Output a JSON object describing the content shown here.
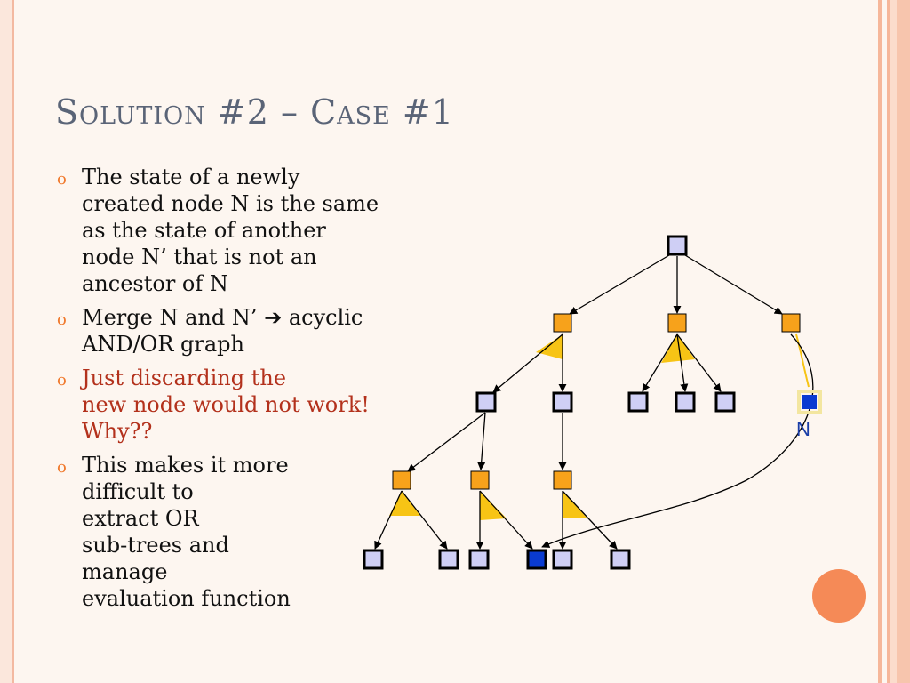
{
  "title": "Solution #2 – Case #1",
  "bullets": [
    {
      "lines": [
        "The state of a newly",
        "created node N is the same",
        "as the state of another",
        "node N’ that is not an",
        "ancestor of N"
      ],
      "color": "#111111"
    },
    {
      "lines": [
        "Merge N and N’ ➔ acyclic",
        "AND/OR graph"
      ],
      "color": "#111111"
    },
    {
      "lines": [
        "Just discarding the",
        "new node would not work!",
        "Why??"
      ],
      "color": "#b3311c"
    },
    {
      "lines": [
        "This makes it more",
        "difficult to",
        "extract OR",
        "sub-trees and",
        "manage",
        "evaluation function"
      ],
      "color": "#111111"
    }
  ],
  "bullet_glyph": "o",
  "diagram": {
    "node_label_N": "N",
    "colors": {
      "or_node": "#cfcff5",
      "and_node": "#f7a21b",
      "and_wedge": "#f7c415",
      "merged_node": "#0a3bd1",
      "border": "#000000",
      "label": "#1a3ea8"
    }
  }
}
